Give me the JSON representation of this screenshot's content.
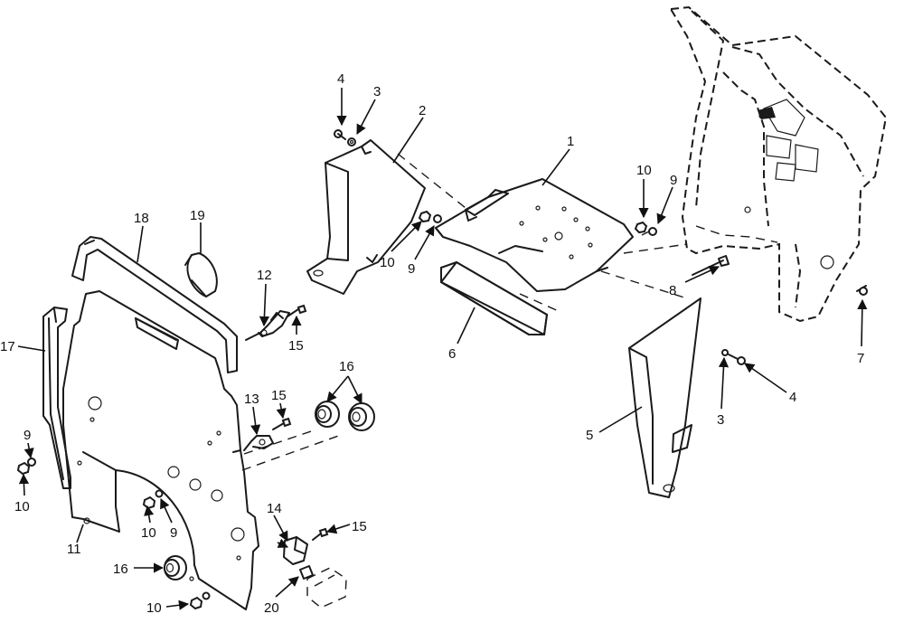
{
  "callouts": [
    {
      "id": "c1",
      "text": "1"
    },
    {
      "id": "c2",
      "text": "2"
    },
    {
      "id": "c3a",
      "text": "3"
    },
    {
      "id": "c4a",
      "text": "4"
    },
    {
      "id": "c10a",
      "text": "10"
    },
    {
      "id": "c9a",
      "text": "9"
    },
    {
      "id": "c10b",
      "text": "10"
    },
    {
      "id": "c9b",
      "text": "9"
    },
    {
      "id": "c8",
      "text": "8"
    },
    {
      "id": "c7",
      "text": "7"
    },
    {
      "id": "c6",
      "text": "6"
    },
    {
      "id": "c18",
      "text": "18"
    },
    {
      "id": "c19",
      "text": "19"
    },
    {
      "id": "c12",
      "text": "12"
    },
    {
      "id": "c15a",
      "text": "15"
    },
    {
      "id": "c17",
      "text": "17"
    },
    {
      "id": "c16a",
      "text": "16"
    },
    {
      "id": "c13",
      "text": "13"
    },
    {
      "id": "c15b",
      "text": "15"
    },
    {
      "id": "c9c",
      "text": "9"
    },
    {
      "id": "c10c",
      "text": "10"
    },
    {
      "id": "c11",
      "text": "11"
    },
    {
      "id": "c10d",
      "text": "10"
    },
    {
      "id": "c9d",
      "text": "9"
    },
    {
      "id": "c14",
      "text": "14"
    },
    {
      "id": "c15c",
      "text": "15"
    },
    {
      "id": "c16b",
      "text": "16"
    },
    {
      "id": "c20",
      "text": "20"
    },
    {
      "id": "c10e",
      "text": "10"
    },
    {
      "id": "c5",
      "text": "5"
    },
    {
      "id": "c3b",
      "text": "3"
    },
    {
      "id": "c4b",
      "text": "4"
    }
  ]
}
